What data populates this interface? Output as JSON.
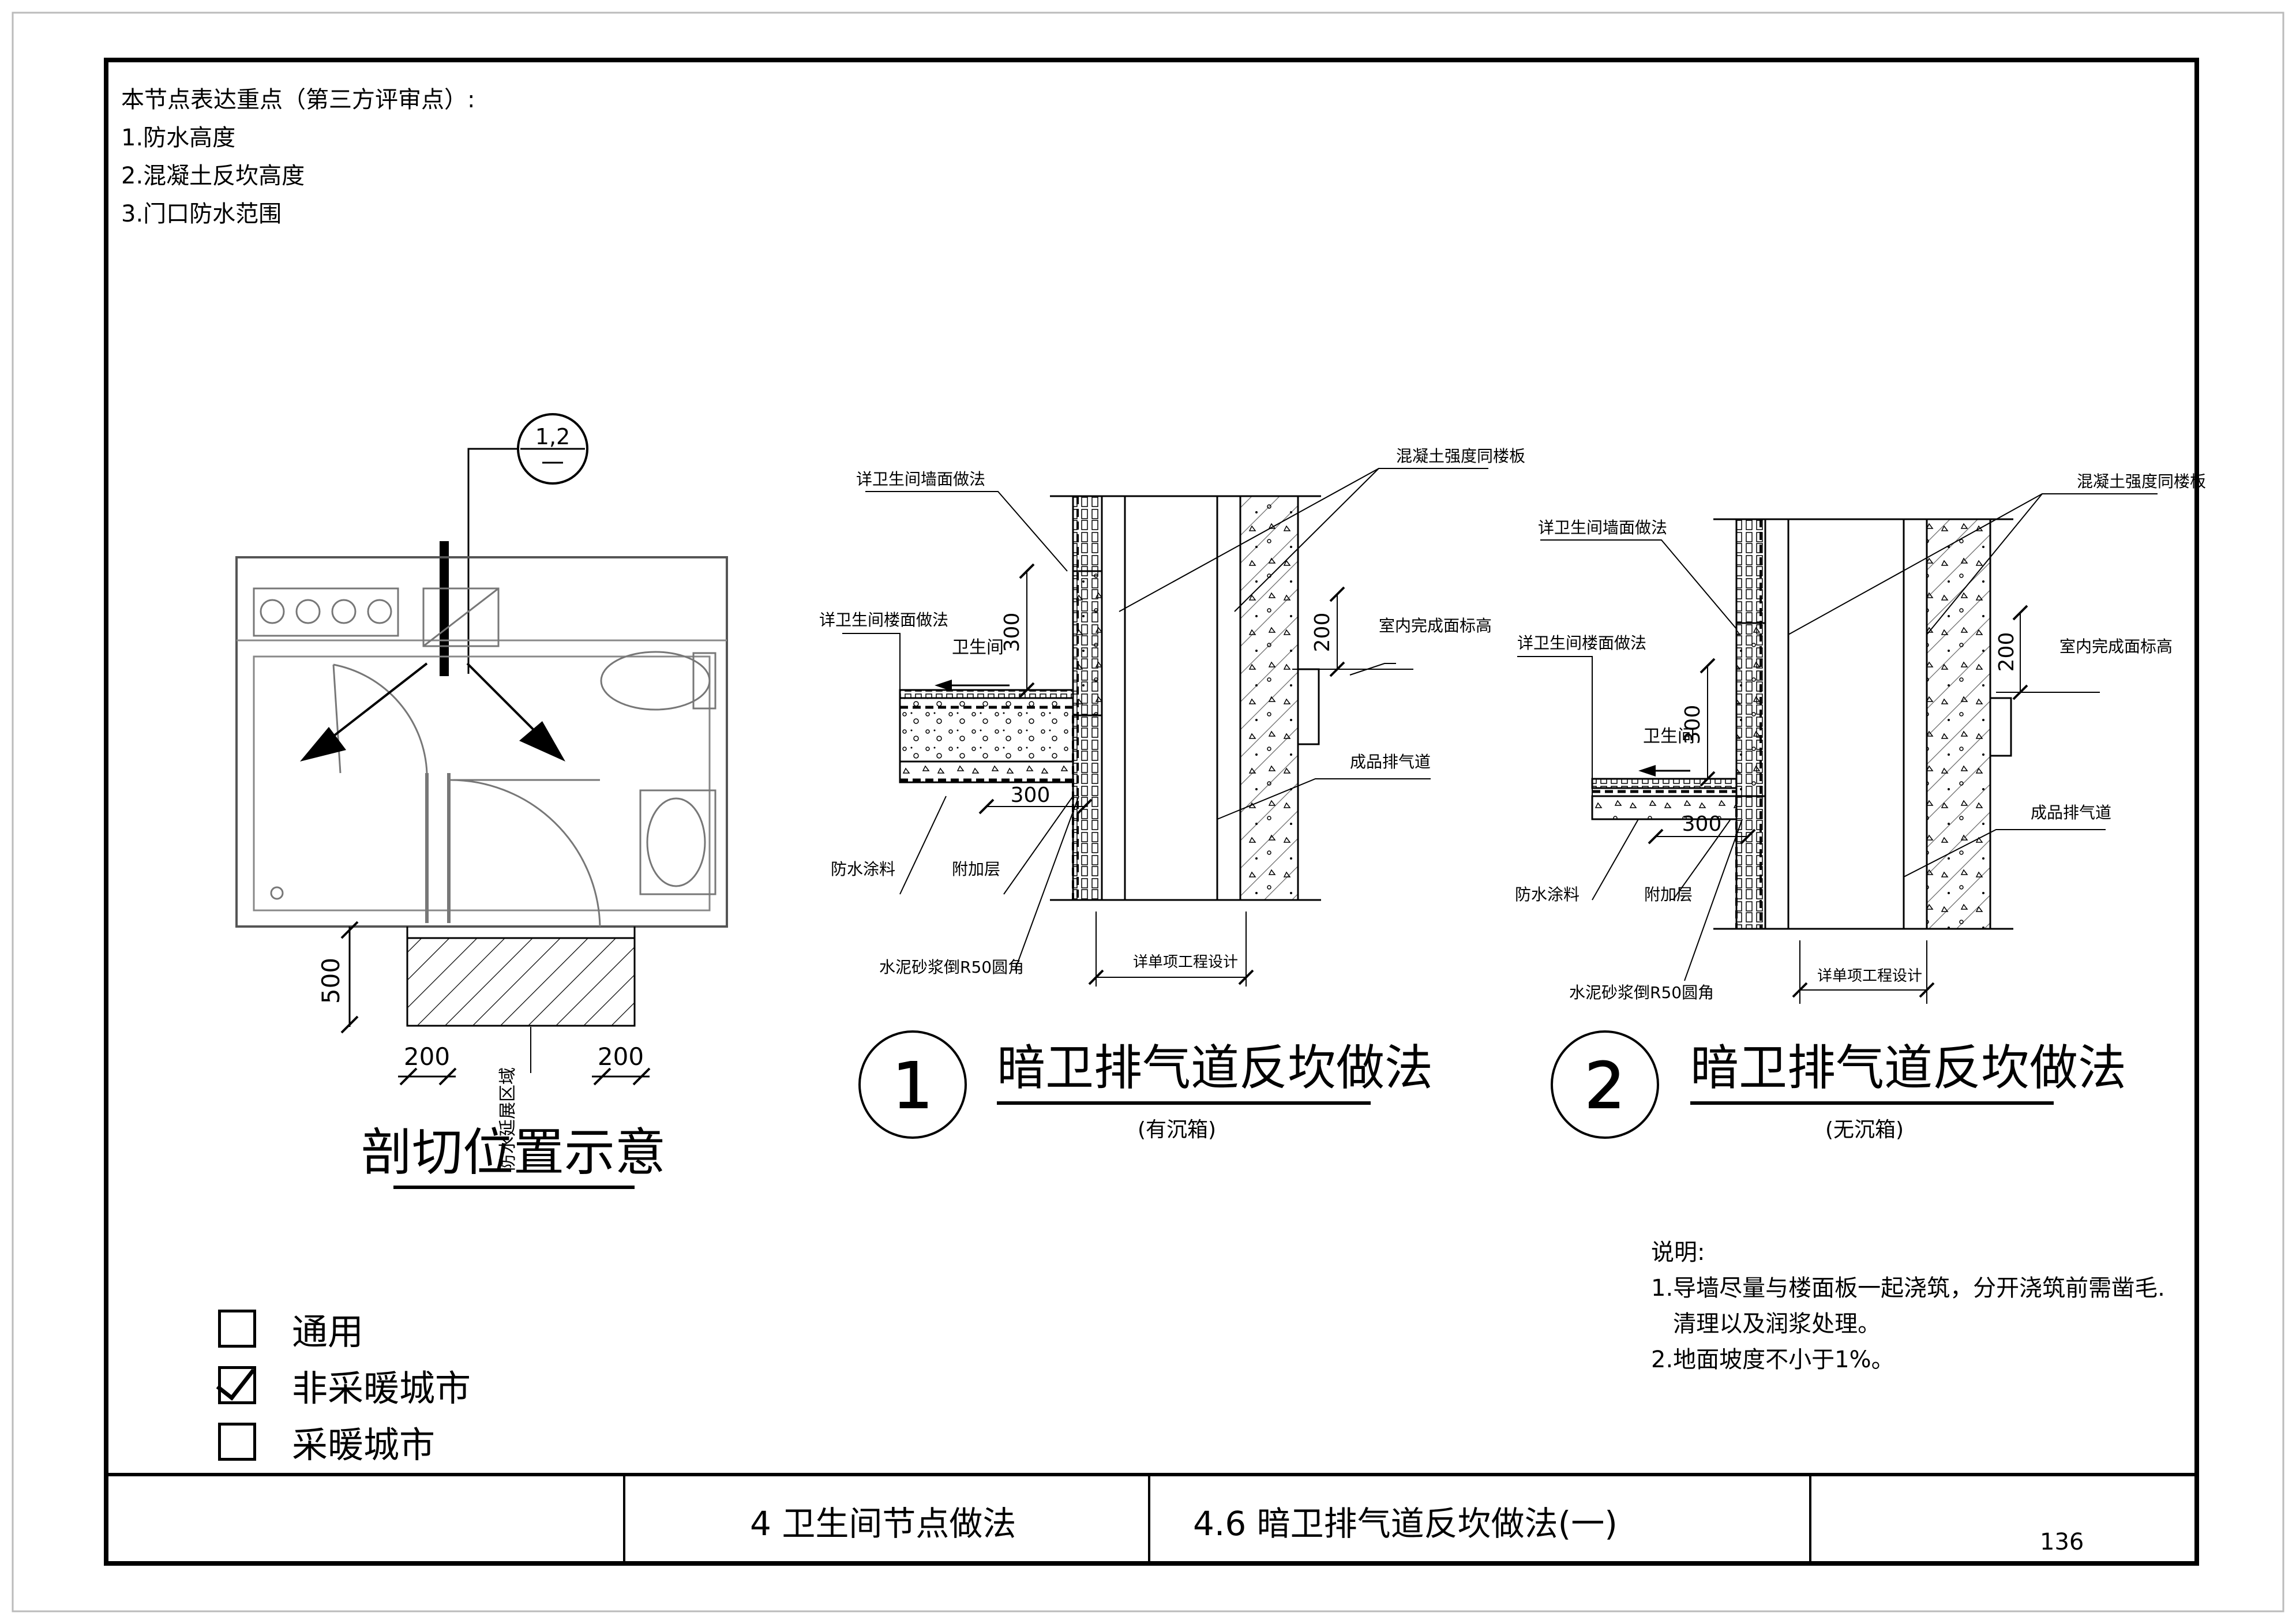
{
  "notes_top": {
    "heading": "本节点表达重点（第三方评审点）:",
    "items": [
      "1.防水高度",
      "2.混凝土反坎高度",
      "3.门口防水范围"
    ]
  },
  "plan": {
    "callout": "1,2",
    "dim_500": "500",
    "dim_200_left": "200",
    "dim_200_right": "200",
    "zone_label": "防水延展区域",
    "title": "剖切位置示意"
  },
  "detail1": {
    "number": "1",
    "title": "暗卫排气道反坎做法",
    "subtitle": "(有沉箱)",
    "labels": {
      "wall_finish": "详卫生间墙面做法",
      "floor_finish": "详卫生间楼面做法",
      "room": "卫生间",
      "dim_300_v": "300",
      "dim_300_h": "300",
      "dim_200": "200",
      "waterproof": "防水涂料",
      "additional": "附加层",
      "mortar": "水泥砂浆倒R50圆角",
      "concrete": "混凝土强度同楼板",
      "finished_level": "室内完成面标高",
      "duct": "成品排气道",
      "project": "详单项工程设计"
    }
  },
  "detail2": {
    "number": "2",
    "title": "暗卫排气道反坎做法",
    "subtitle": "(无沉箱)",
    "labels": {
      "wall_finish": "详卫生间墙面做法",
      "floor_finish": "详卫生间楼面做法",
      "room": "卫生间",
      "dim_300_v": "300",
      "dim_300_h": "300",
      "dim_200": "200",
      "waterproof": "防水涂料",
      "additional": "附加层",
      "mortar": "水泥砂浆倒R50圆角",
      "concrete": "混凝土强度同楼板",
      "finished_level": "室内完成面标高",
      "duct": "成品排气道",
      "project": "详单项工程设计"
    }
  },
  "legend": [
    {
      "label": "通用",
      "checked": false
    },
    {
      "label": "非采暖城市",
      "checked": true
    },
    {
      "label": "采暖城市",
      "checked": false
    }
  ],
  "remarks": {
    "heading": "说明:",
    "lines": [
      "1.导墙尽量与楼面板一起浇筑，分开浇筑前需凿毛.",
      "   清理以及润浆处理。",
      "2.地面坡度不小于1%。"
    ]
  },
  "title_block": {
    "chapter": "4 卫生间节点做法",
    "section": "4.6 暗卫排气道反坎做法(一)",
    "page": "136"
  }
}
